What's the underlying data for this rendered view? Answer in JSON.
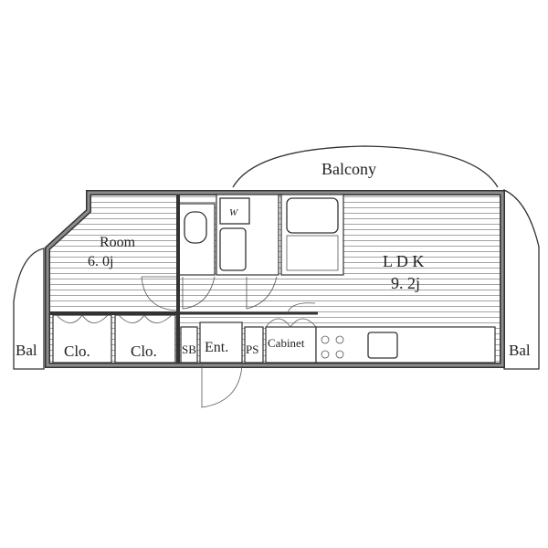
{
  "plan": {
    "rooms": {
      "room_label": "Room",
      "room_size": "6. 0j",
      "ldk_label": "L D K",
      "ldk_size": "9. 2j"
    },
    "labels": {
      "balcony": "Balcony",
      "bal_left": "Bal",
      "bal_right": "Bal",
      "closet_1": "Clo.",
      "closet_2": "Clo.",
      "shoe_box": "SB",
      "entrance": "Ent.",
      "pipe_space": "PS",
      "cabinet": "Cabinet",
      "washer": "W"
    }
  }
}
